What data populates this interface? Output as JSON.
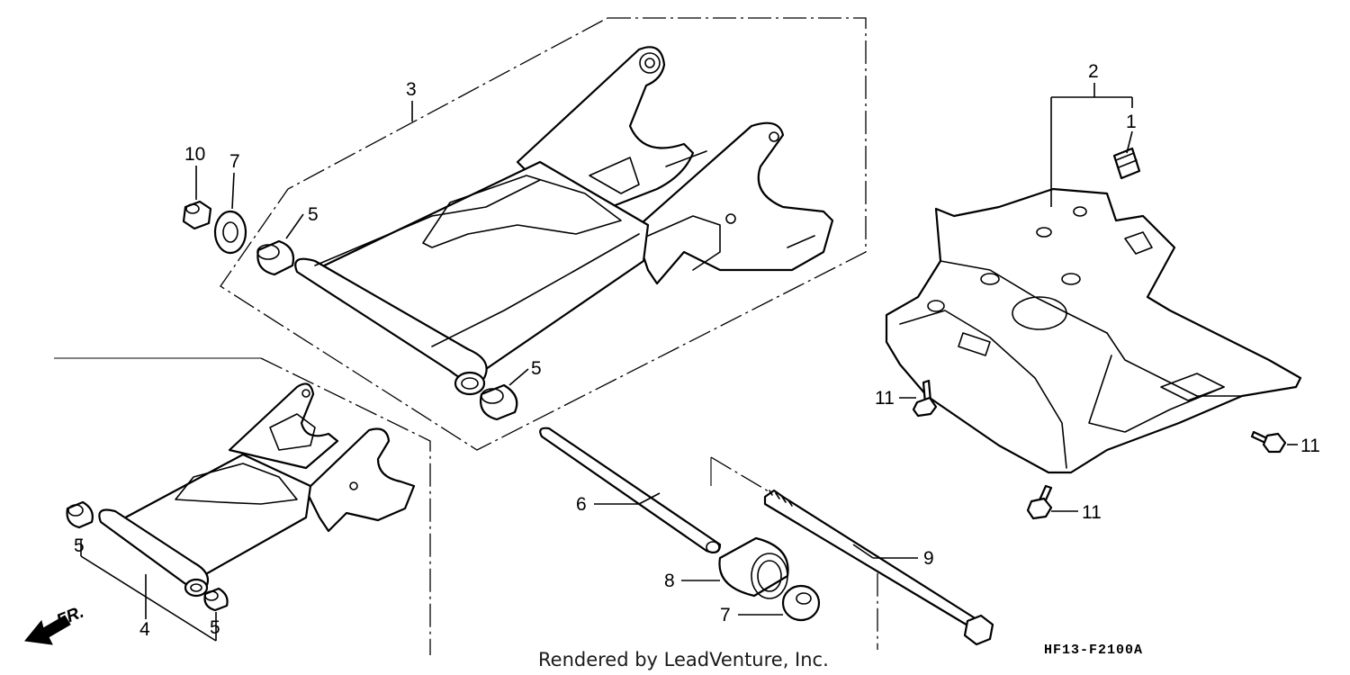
{
  "callouts": {
    "c1": "1",
    "c2": "2",
    "c3": "3",
    "c4": "4",
    "c5a": "5",
    "c5b": "5",
    "c5c": "5",
    "c5d": "5",
    "c6": "6",
    "c7a": "7",
    "c7b": "7",
    "c8": "8",
    "c9": "9",
    "c10": "10",
    "c11a": "11",
    "c11b": "11",
    "c11c": "11"
  },
  "direction_label": "FR.",
  "diagram_code": "HF13-F2100A",
  "credit": "Rendered by LeadVenture, Inc.",
  "colors": {
    "line": "#000000",
    "background": "#ffffff"
  }
}
